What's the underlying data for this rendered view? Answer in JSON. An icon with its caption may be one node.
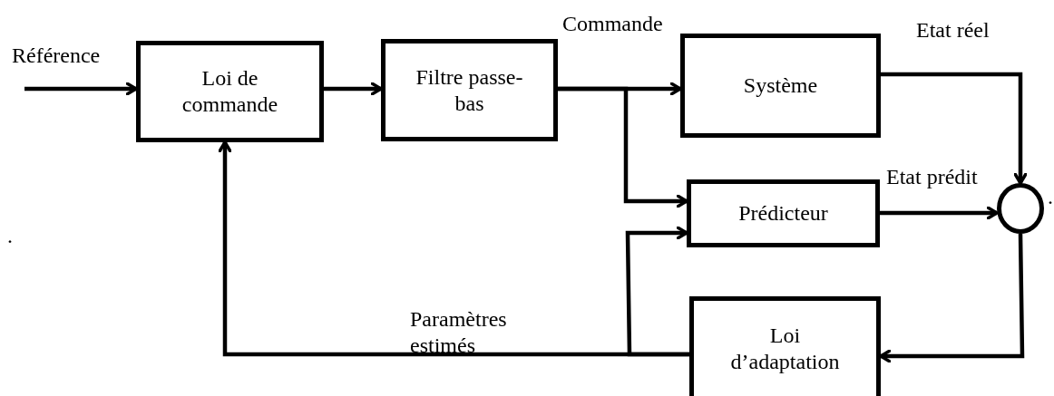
{
  "diagram": {
    "nodes": [
      {
        "text": [
          "Loi de commande"
        ]
      },
      {
        "text": [
          "Filtre passe-bas"
        ]
      },
      {
        "text": [
          "Système"
        ]
      },
      {
        "text": [
          "Prédicteur"
        ]
      },
      {
        "text": [],
        "shape": "circle"
      },
      {
        "text": [
          "Loi d’adaptation"
        ]
      }
    ],
    "edges": [
      {
        "from": null,
        "to": 0,
        "arrow": "to",
        "label": "Référence"
      },
      {
        "from": 0,
        "to": 1,
        "arrow": "to"
      },
      {
        "from": 1,
        "to": 2,
        "arrow": "to",
        "label": "Commande"
      },
      {
        "from": 1,
        "to": 3,
        "arrow": "to"
      },
      {
        "from": 2,
        "to": 4,
        "arrow": "to",
        "label": "Etat réel"
      },
      {
        "from": 3,
        "to": 4,
        "arrow": "to",
        "label": "Etat prédit"
      },
      {
        "from": 4,
        "to": 5,
        "arrow": "to"
      },
      {
        "from": 5,
        "to": 0,
        "arrow": "to",
        "label": "Paramètres estimés"
      },
      {
        "from": 5,
        "to": 3,
        "arrow": "to"
      }
    ],
    "labels": [
      ".",
      "."
    ]
  }
}
